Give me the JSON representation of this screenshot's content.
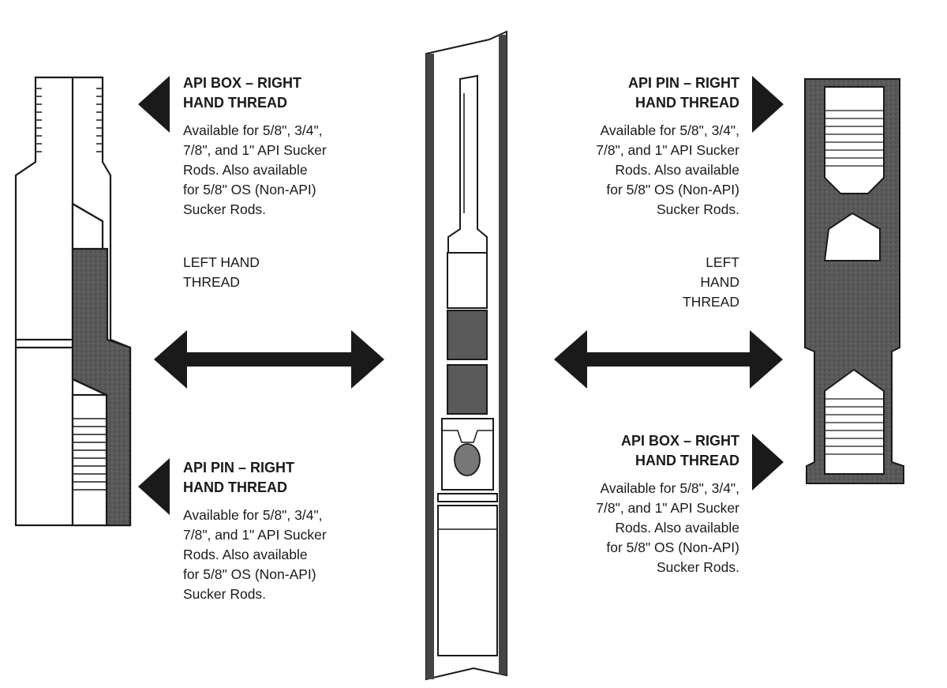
{
  "top_left": {
    "title_line1": "API BOX – RIGHT",
    "title_line2": "HAND THREAD",
    "desc_lines": [
      "Available for 5/8\", 3/4\",",
      "7/8\", and 1\" API Sucker",
      "Rods. Also available",
      "for 5/8\" OS (Non-API)",
      "Sucker Rods."
    ]
  },
  "left_middle": {
    "lines": [
      "LEFT HAND",
      "THREAD"
    ]
  },
  "bottom_left": {
    "title_line1": "API PIN – RIGHT",
    "title_line2": "HAND THREAD",
    "desc_lines": [
      "Available for 5/8\", 3/4\",",
      "7/8\", and 1\" API Sucker",
      "Rods. Also available",
      "for 5/8\" OS (Non-API)",
      "Sucker Rods."
    ]
  },
  "top_right": {
    "title_line1": "API PIN – RIGHT",
    "title_line2": "HAND THREAD",
    "desc_lines": [
      "Available for 5/8\", 3/4\",",
      "7/8\", and 1\" API Sucker",
      "Rods. Also available",
      "for 5/8\" OS (Non-API)",
      "Sucker Rods."
    ]
  },
  "right_middle": {
    "lines": [
      "LEFT",
      "HAND",
      "THREAD"
    ]
  },
  "bottom_right": {
    "title_line1": "API BOX – RIGHT",
    "title_line2": "HAND THREAD",
    "desc_lines": [
      "Available for 5/8\", 3/4\",",
      "7/8\", and 1\" API Sucker",
      "Rods. Also available",
      "for 5/8\" OS (Non-API)",
      "Sucker Rods."
    ]
  },
  "colors": {
    "ink": "#1a1a1a",
    "fill_dark": "#555555",
    "fill_mid": "#6b6b6b"
  }
}
